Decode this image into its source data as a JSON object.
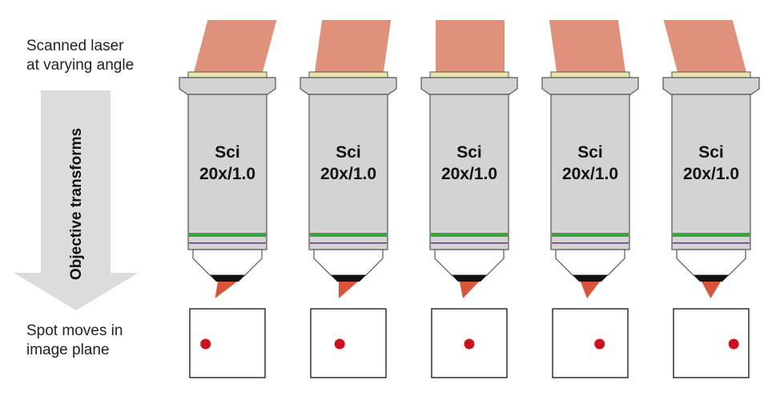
{
  "labels": {
    "top": [
      "Scanned laser",
      "at varying angle"
    ],
    "bottom": [
      "Spot moves in",
      "image plane"
    ],
    "arrow": "Objective transforms"
  },
  "objective": {
    "brand": "Sci",
    "spec": "20x/1.0"
  },
  "colors": {
    "beam": "#e0917c",
    "body": "#d4d3d3",
    "collar": "#ece3a6",
    "green_band": "#3aa43a",
    "purple_band": "#6a2c91",
    "tip": "#111111",
    "spot": "#c8141e",
    "arrow": "#dcdcdc"
  },
  "instances": [
    {
      "beam_tilt_deg": 15,
      "spot_offset_fraction": -0.58
    },
    {
      "beam_tilt_deg": 8,
      "spot_offset_fraction": -0.23
    },
    {
      "beam_tilt_deg": 0,
      "spot_offset_fraction": 0.0
    },
    {
      "beam_tilt_deg": -8,
      "spot_offset_fraction": 0.25
    },
    {
      "beam_tilt_deg": -15,
      "spot_offset_fraction": 0.6
    }
  ]
}
